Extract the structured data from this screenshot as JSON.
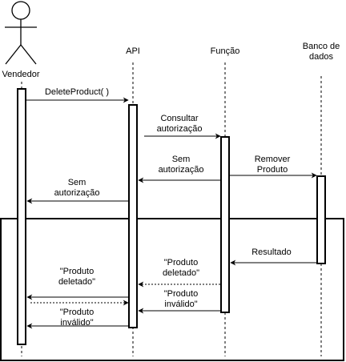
{
  "participants": {
    "vendedor": "Vendedor",
    "api": "API",
    "funcao": "Função",
    "banco": "Banco de\ndados"
  },
  "messages": {
    "m1": "DeleteProduct( )",
    "m2": "Consultar\nautorização",
    "m3": "Sem\nautorização",
    "m4": "Sem\nautorização",
    "m5": "Remover\nProduto",
    "m6": "Resultado",
    "m7": "\"Produto\ndeletado\"",
    "m8": "\"Produto\ndeletado\"",
    "m9": "\"Produto\ninválido\"",
    "m10": "\"Produto\ninválido\""
  },
  "colors": {
    "stroke": "#000000",
    "background": "#ffffff"
  }
}
